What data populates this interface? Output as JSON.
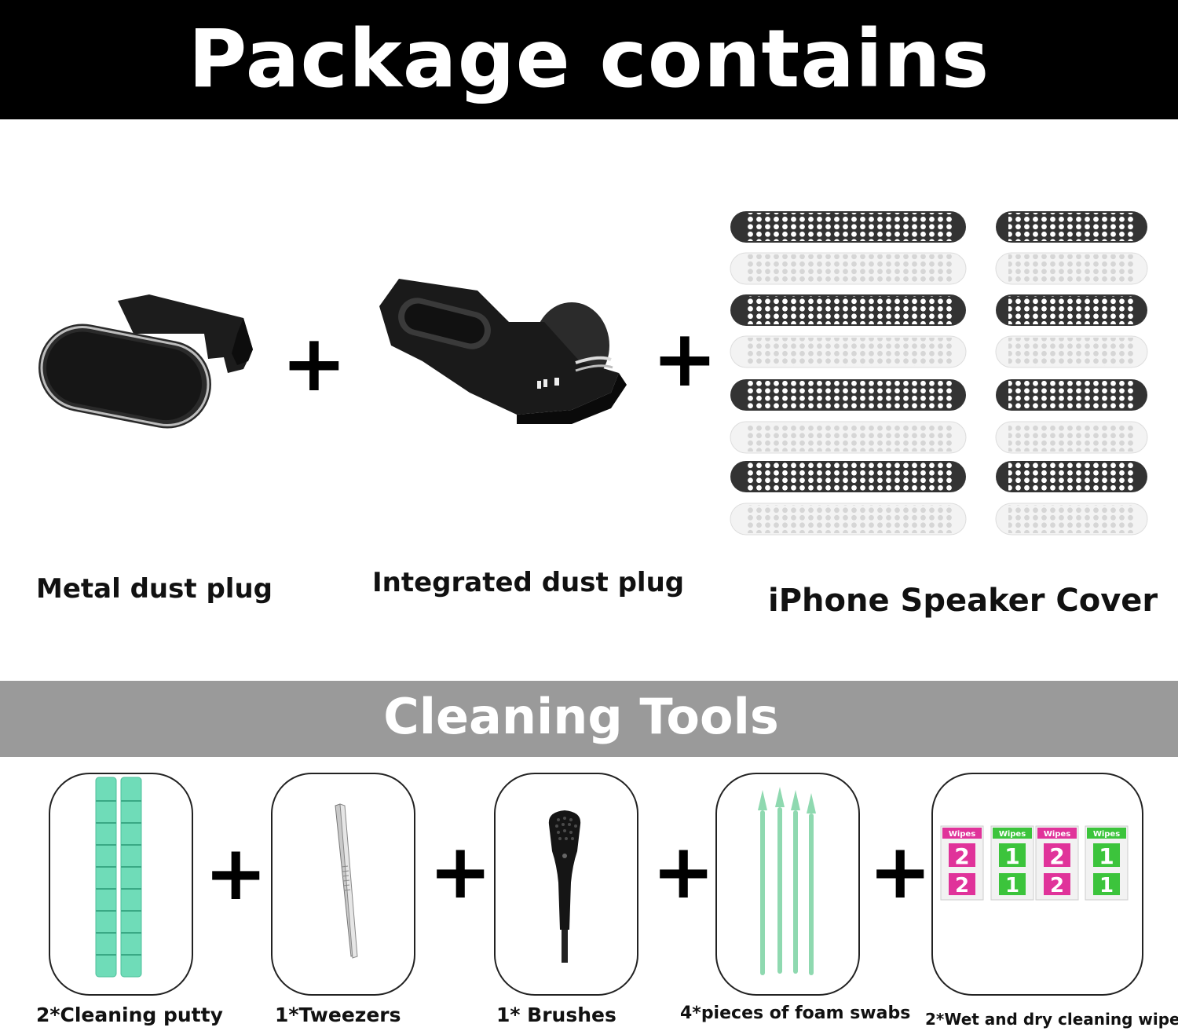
{
  "header": {
    "title": "Package contains"
  },
  "products": [
    {
      "label": "Metal dust plug",
      "icon": "metal-dust-plug"
    },
    {
      "label": "Integrated dust plug",
      "icon": "integrated-dust-plug"
    },
    {
      "label": "iPhone Speaker Cover",
      "icon": "speaker-cover-mesh"
    }
  ],
  "plus_sign": "+",
  "section": {
    "title": "Cleaning Tools"
  },
  "tools": [
    {
      "label": "2*Cleaning putty",
      "icon": "cleaning-putty"
    },
    {
      "label": "1*Tweezers",
      "icon": "tweezers"
    },
    {
      "label": "1* Brushes",
      "icon": "brush"
    },
    {
      "label": "4*pieces of foam swabs",
      "icon": "foam-swabs"
    },
    {
      "label": "2*Wet and dry cleaning wipe",
      "icon": "wipes"
    }
  ],
  "wipes": {
    "brand": "Wipes",
    "numbers": [
      "2",
      "1",
      "2",
      "1",
      "2",
      "1",
      "2",
      "1"
    ]
  },
  "colors": {
    "header_bg": "#000000",
    "section_bg": "#9a9a9a",
    "putty": "#6fdcb8",
    "swab": "#8fd9b0",
    "wipe_pink": "#e0339a",
    "wipe_green": "#3cc43c"
  }
}
